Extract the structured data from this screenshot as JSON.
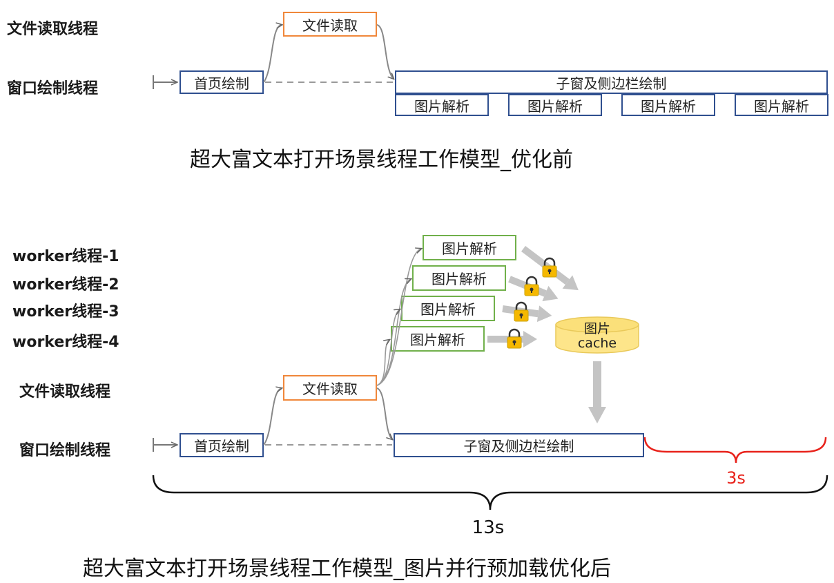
{
  "top": {
    "labels": {
      "file_read_thread": "文件读取线程",
      "window_draw_thread": "窗口绘制线程"
    },
    "boxes": {
      "file_read": "文件读取",
      "home_draw": "首页绘制",
      "subwindow_sidebar_draw": "子窗及侧边栏绘制",
      "image_parse": [
        "图片解析",
        "图片解析",
        "图片解析",
        "图片解析"
      ]
    },
    "caption": "超大富文本打开场景线程工作模型_优化前"
  },
  "bottom": {
    "labels": {
      "worker": [
        "worker线程-1",
        "worker线程-2",
        "worker线程-3",
        "worker线程-4"
      ],
      "file_read_thread": "文件读取线程",
      "window_draw_thread": "窗口绘制线程"
    },
    "boxes": {
      "image_parse": [
        "图片解析",
        "图片解析",
        "图片解析",
        "图片解析"
      ],
      "file_read": "文件读取",
      "home_draw": "首页绘制",
      "subwindow_sidebar_draw": "子窗及侧边栏绘制"
    },
    "cache": {
      "line1": "图片",
      "line2": "cache"
    },
    "durations": {
      "total": "13s",
      "saved": "3s"
    },
    "caption": "超大富文本打开场景线程工作模型_图片并行预加载优化后"
  },
  "colors": {
    "blue_border": "#2f4f8f",
    "orange_border": "#f0873a",
    "green_border": "#70b04a",
    "brace_red": "#e8221b",
    "lock_gold": "#f5b800",
    "cache_fill": "#fde58a",
    "arrow_gray": "#bfbfbf"
  },
  "icons": [
    "lock-icon",
    "cache-cylinder-icon",
    "arrow-icon"
  ]
}
